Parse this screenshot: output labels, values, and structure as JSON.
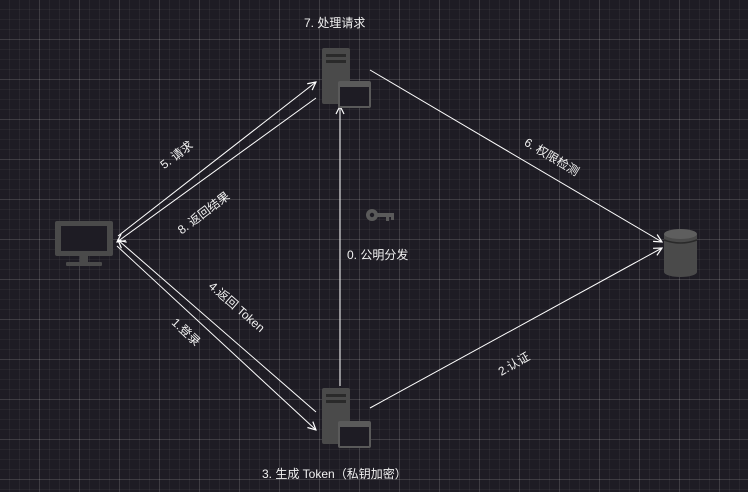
{
  "nodes": {
    "top_server_label": "7. 处理请求",
    "bottom_server_label": "3. 生成 Token（私钥加密）"
  },
  "edges": {
    "request": "5. 请求",
    "return_result": "8. 返回结果",
    "return_token": "4.返回 Token",
    "login": "1.登录",
    "permission_check": "6. 权限检测",
    "auth": "2.认证",
    "public_key": "0. 公明分发"
  },
  "colors": {
    "background": "#1e1c24",
    "line": "#ffffff",
    "icon": "#555555"
  }
}
